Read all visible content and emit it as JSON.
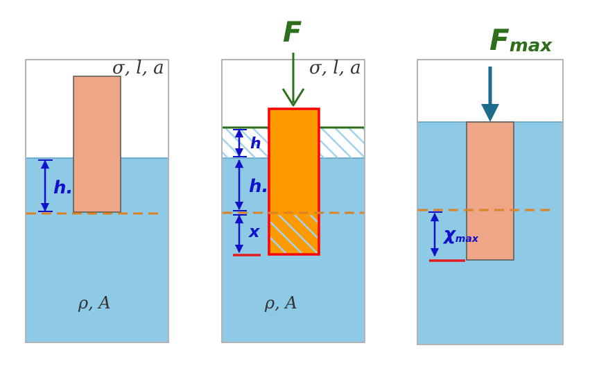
{
  "colors": {
    "water": "#8ecae6",
    "water_stroke": "#5a9ec4",
    "container_stroke": "#9a9a9a",
    "block_pale": "#eea686",
    "block_orange": "#ff9a00",
    "block_red_outline": "#ff0000",
    "dash_orange": "#d98324",
    "arrow_blue": "#1111cc",
    "force_green": "#2e6f1e",
    "arrow_teal": "#1e6b8c",
    "bottom_red": "#e11b1b",
    "hatch_blue": "#9fd3ee",
    "text_dark": "#333333"
  },
  "panel1": {
    "params_label": "σ, l, a",
    "h0_label": "h.",
    "fluid_label": "ρ, A"
  },
  "panel2": {
    "force_label": "F",
    "params_label": "σ, l, a",
    "h_label": "h",
    "h0_label": "h.",
    "x_label": "x",
    "fluid_label": "ρ, A"
  },
  "panel3": {
    "force_label": "F",
    "force_subscript": "max",
    "x_label": "χ",
    "x_subscript": "max"
  }
}
